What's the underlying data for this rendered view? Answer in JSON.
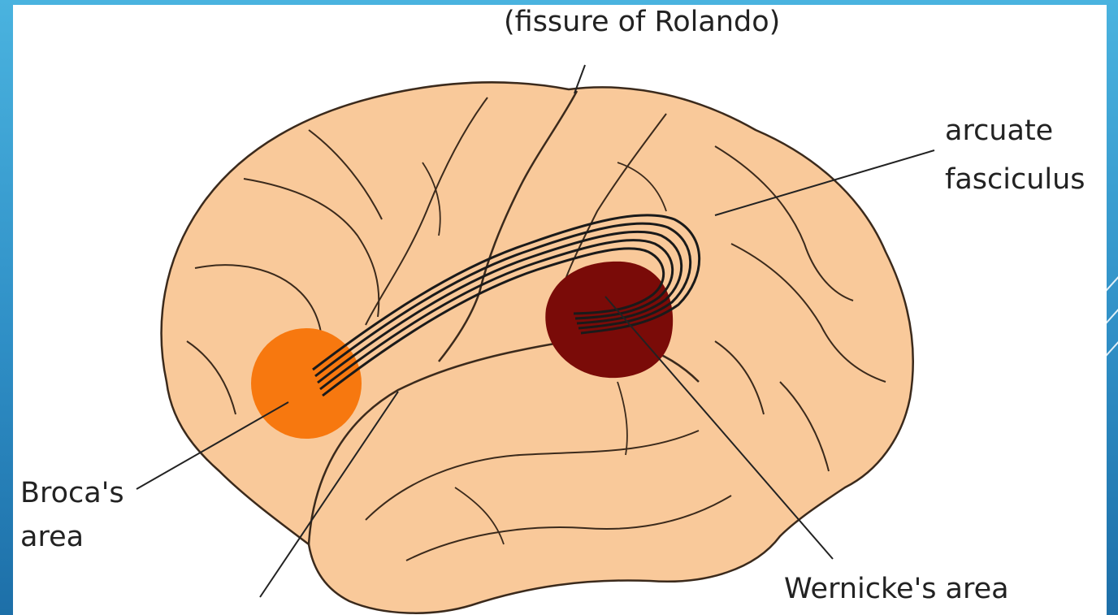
{
  "labels": {
    "central_sulcus": "(fissure of Rolando)",
    "arcuate_line1": "arcuate",
    "arcuate_line2": "fasciculus",
    "broca_line1": "Broca's",
    "broca_line2": "area",
    "wernicke": "Wernicke's area"
  },
  "colors": {
    "brain_fill": "#f9c99a",
    "brain_outline": "#3b2a1c",
    "broca_area": "#f7780f",
    "wernicke_area": "#7a0b08",
    "fasciculus": "#1a1a1a",
    "slide_background": "#3a9fd0"
  }
}
